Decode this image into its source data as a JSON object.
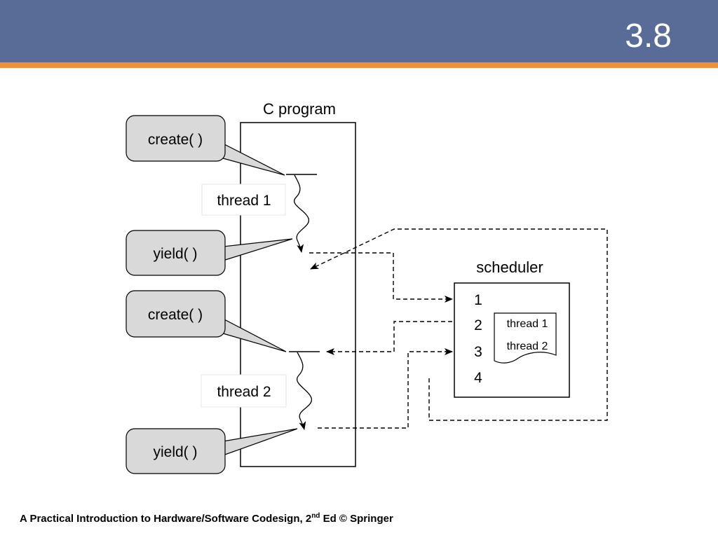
{
  "slide": {
    "number": "3.8",
    "colors": {
      "header": "#586c97",
      "accent": "#f0913a"
    }
  },
  "diagram": {
    "c_program_title": "C program",
    "callouts": {
      "create_1": "create( )",
      "yield_1": "yield( )",
      "create_2": "create( )",
      "yield_2": "yield( )"
    },
    "threads": {
      "thread1_label": "thread 1",
      "thread2_label": "thread 2"
    },
    "scheduler": {
      "title": "scheduler",
      "slots": [
        "1",
        "2",
        "3",
        "4"
      ],
      "queue": [
        "thread 1",
        "thread 2"
      ]
    }
  },
  "footer": {
    "text_before": "A Practical Introduction to Hardware/Software Codesign, 2",
    "superscript": "nd",
    "text_after": " Ed © Springer"
  }
}
